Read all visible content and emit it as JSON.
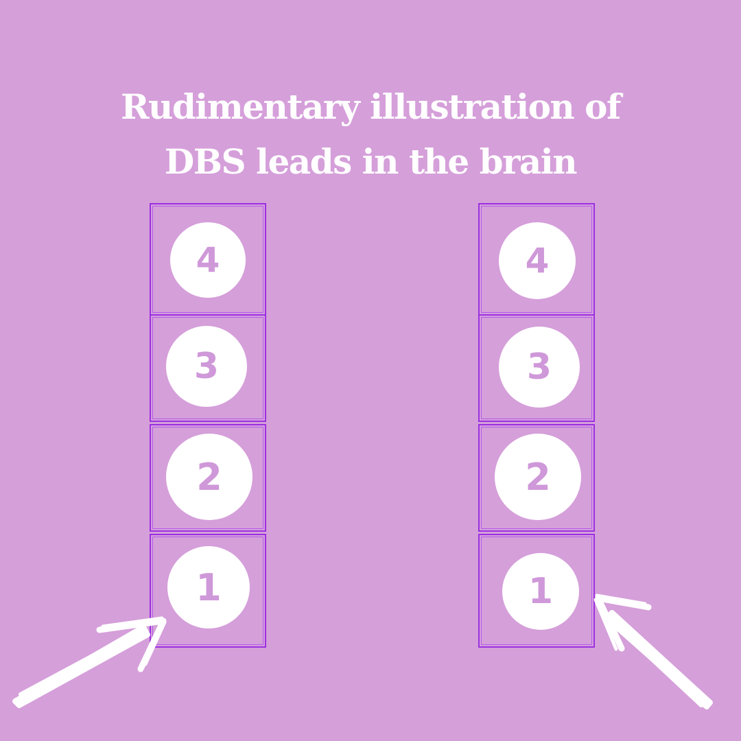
{
  "colors": {
    "background": "#d59fda",
    "title_text": "#ffffff",
    "lead_outline": "#9b30e0",
    "contact_fill": "#ffffff",
    "contact_number": "#cf98d9",
    "arrow": "#ffffff"
  },
  "title": {
    "line1": "Rudimentary illustration of",
    "line2": "DBS leads in the brain"
  },
  "leads": [
    {
      "side": "left",
      "contacts": [
        "4",
        "3",
        "2",
        "1"
      ]
    },
    {
      "side": "right",
      "contacts": [
        "4",
        "3",
        "2",
        "1"
      ]
    }
  ],
  "arrows": [
    {
      "points_to": "left-lead-contact-1",
      "icon": "hand-drawn-arrow"
    },
    {
      "points_to": "right-lead-contact-1",
      "icon": "hand-drawn-arrow"
    }
  ]
}
